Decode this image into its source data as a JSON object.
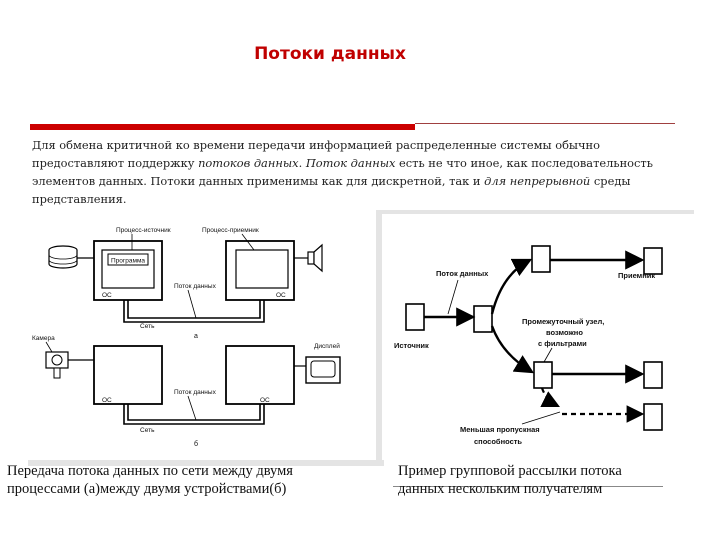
{
  "title": "Потоки данных",
  "paragraph": {
    "part1": "Для обмена критичной ко времени передачи информацией распределенные системы обычно предоставляют поддержку ",
    "italic1": "потоков данных",
    "part2": ". ",
    "italic2": "Поток данных",
    "part3": " есть не что иное, как последовательность элементов данных. Потоки данных применимы как для дискретной, так и ",
    "italic3": "для непрерывной",
    "part4": " среды представления."
  },
  "figure_left": {
    "labels": {
      "source_process": "Процесс-источник",
      "sink_process": "Процесс-приемник",
      "program": "Программа",
      "os": "ОС",
      "stream": "Поток данных",
      "network": "Сеть",
      "sub_a": "а",
      "camera": "Камера",
      "display": "Дисплей",
      "sub_b": "б"
    }
  },
  "figure_right": {
    "labels": {
      "stream": "Поток данных",
      "receiver": "Приемник",
      "intermediate_line1": "Промежуточный узел,",
      "intermediate_line2": "возможно",
      "intermediate_line3": "с фильтрами",
      "source": "Источник",
      "low_bw_line1": "Меньшая пропускная",
      "low_bw_line2": "способность"
    }
  },
  "captions": {
    "left_line1": "Передача потока данных по сети между двумя",
    "left_line2": "процессами (а)между двумя устройствами(б)",
    "right_line1": "Пример групповой рассылки потока",
    "right_line2": "данных нескольким получателям"
  }
}
